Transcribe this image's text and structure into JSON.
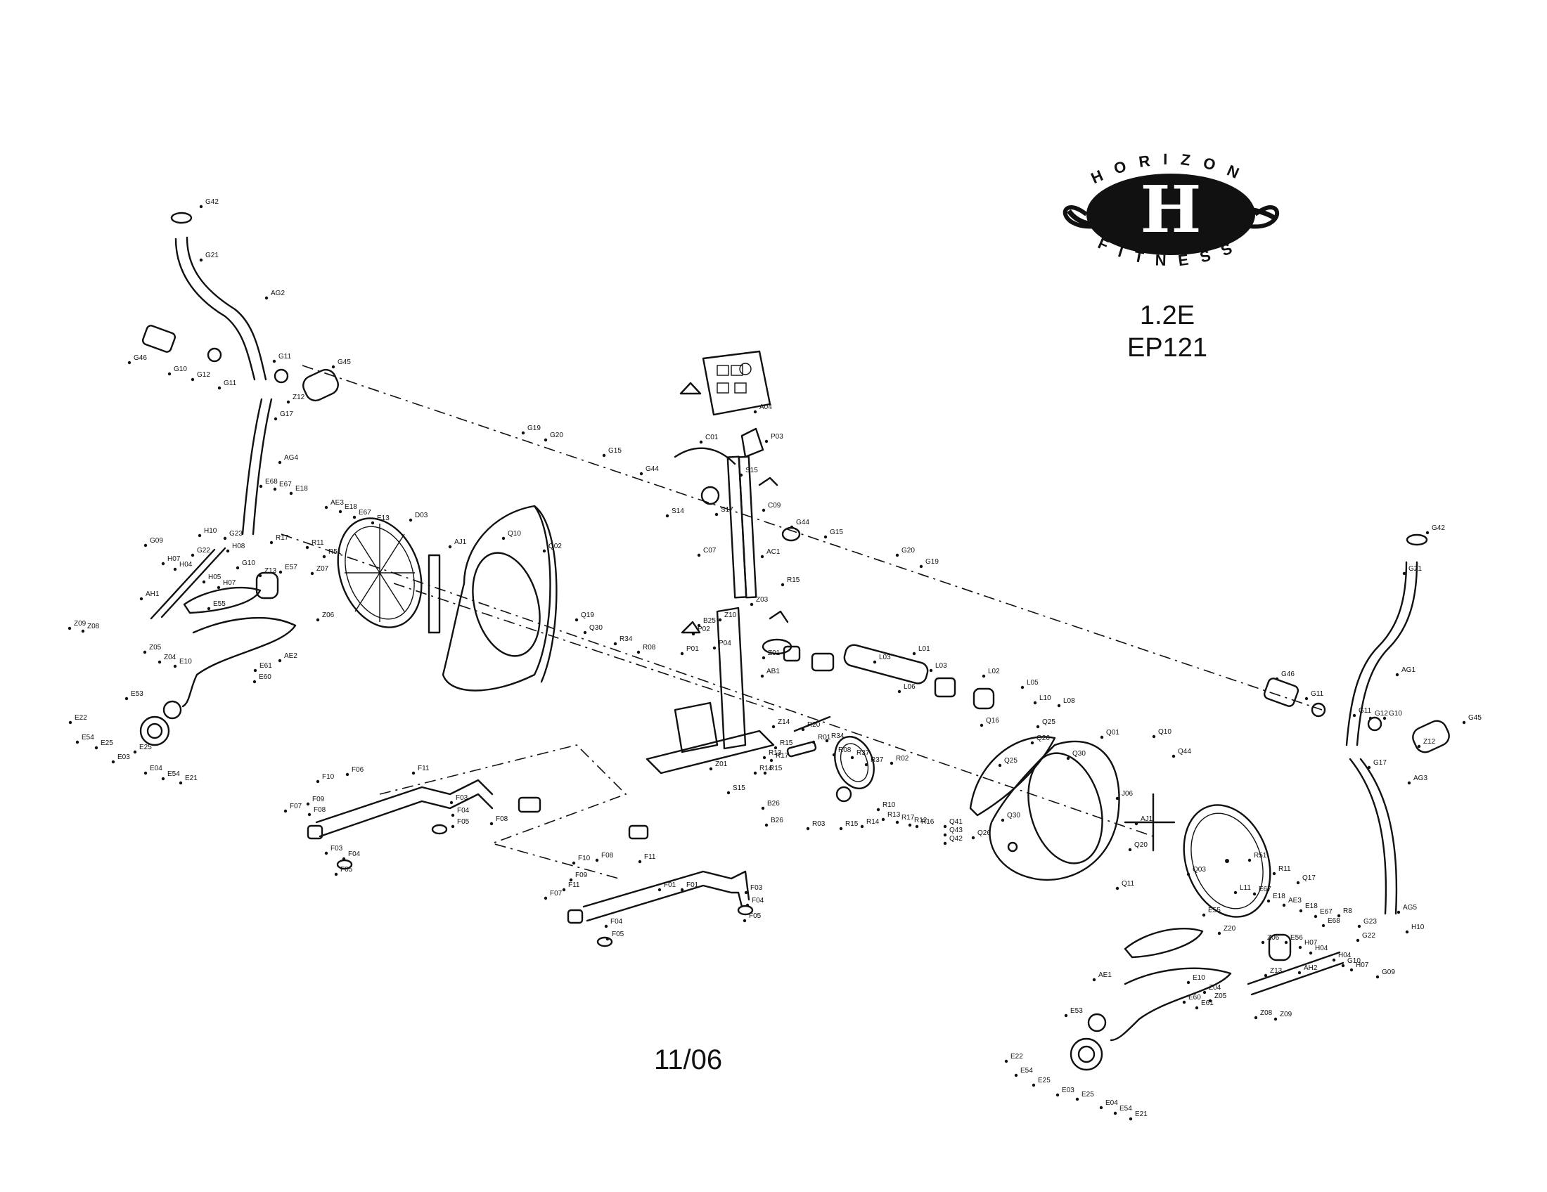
{
  "logo": {
    "brand_top": "HORIZON",
    "brand_bottom": "FITNESS",
    "monogram": "H"
  },
  "model": {
    "code": "1.2E",
    "number": "EP121"
  },
  "date_code": "11/06",
  "part_labels": [
    "G42",
    "G21",
    "AG2",
    "G46",
    "G10",
    "G12",
    "G11",
    "G11",
    "G45",
    "Z12",
    "G17",
    "AG4",
    "G19",
    "G20",
    "G15",
    "G44",
    "C01",
    "A04",
    "P03",
    "S15",
    "S14",
    "S17",
    "C09",
    "C07",
    "AC1",
    "E68",
    "E67",
    "E18",
    "AE3",
    "E18",
    "E67",
    "E13",
    "D03",
    "AJ1",
    "Q10",
    "Q02",
    "H10",
    "G23",
    "H08",
    "G09",
    "G22",
    "H07",
    "H04",
    "G10",
    "H05",
    "H07",
    "AH1",
    "R17",
    "R11",
    "R51",
    "Z13",
    "E57",
    "Z07",
    "E55",
    "Z06",
    "Z09",
    "Z08",
    "Z05",
    "Z04",
    "E10",
    "AE2",
    "E61",
    "E60",
    "E53",
    "E22",
    "E54",
    "E25",
    "E03",
    "E25",
    "E04",
    "E54",
    "E21",
    "G44",
    "G15",
    "G20",
    "G19",
    "R15",
    "Z03",
    "B25",
    "Z10",
    "P02",
    "P04",
    "P01",
    "Z01",
    "AB1",
    "Q19",
    "Q30",
    "R34",
    "R08",
    "L03",
    "L01",
    "L03",
    "L06",
    "L02",
    "L05",
    "L10",
    "L08",
    "F10",
    "F06",
    "F11",
    "F07",
    "F09",
    "F08",
    "F03",
    "F04",
    "F05",
    "F03",
    "F04",
    "F05",
    "F08",
    "Z14",
    "R20",
    "R01",
    "R34",
    "R08",
    "R37",
    "R37",
    "R02",
    "R15",
    "R17",
    "R15",
    "R14",
    "R13",
    "Z01",
    "B26",
    "B26",
    "S15",
    "R03",
    "R10",
    "R12",
    "R15",
    "R14",
    "R13",
    "R17",
    "R16",
    "Q16",
    "Q25",
    "Q26",
    "Q30",
    "Q01",
    "Q10",
    "Q44",
    "Q25",
    "Q30",
    "Q41",
    "Q43",
    "Q42",
    "Q26",
    "J06",
    "AJ1",
    "Q20",
    "Q03",
    "Q11",
    "G42",
    "G21",
    "AG1",
    "G46",
    "G11",
    "G11",
    "G12",
    "G10",
    "G45",
    "Z12",
    "G17",
    "AG3",
    "R51",
    "R11",
    "Q17",
    "L11",
    "E67",
    "E18",
    "AE3",
    "E18",
    "E67",
    "E68",
    "R8",
    "G23",
    "AG5",
    "H10",
    "G22",
    "E55",
    "Z20",
    "Z06",
    "E56",
    "H07",
    "H04",
    "H04",
    "G10",
    "H07",
    "G09",
    "AE1",
    "E10",
    "Z13",
    "AH2",
    "Z04",
    "Z05",
    "E60",
    "E61",
    "Z08",
    "Z09",
    "E53",
    "E22",
    "E54",
    "E25",
    "E03",
    "E25",
    "E04",
    "E54",
    "E21",
    "F10",
    "F09",
    "F11",
    "F07",
    "F08",
    "F11",
    "F01",
    "F03",
    "F04",
    "F05",
    "F01",
    "F04",
    "F05"
  ]
}
